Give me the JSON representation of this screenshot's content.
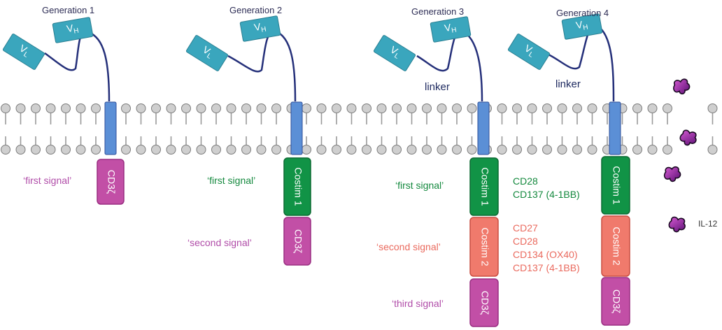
{
  "generations": [
    {
      "label": "Generation 1",
      "domains": [
        "CD3ζ"
      ],
      "signals": [
        "‘first signal’"
      ],
      "linker": ""
    },
    {
      "label": "Generation 2",
      "domains": [
        "Costim 1",
        "CD3ζ"
      ],
      "signals": [
        "‘first signal’",
        "‘second signal’"
      ],
      "linker": ""
    },
    {
      "label": "Generation 3",
      "domains": [
        "Costim 1",
        "Costim 2",
        "CD3ζ"
      ],
      "signals": [
        "‘first signal’",
        "‘second signal’",
        "‘third signal’"
      ],
      "linker": "linker"
    },
    {
      "label": "Generation 4",
      "domains": [
        "Costim 1",
        "Costim 2",
        "CD3ζ"
      ],
      "signals": [],
      "linker": "linker"
    }
  ],
  "scfv": {
    "vh": "V",
    "vh_sub": "H",
    "vl": "V",
    "vl_sub": "L"
  },
  "costim1_options": [
    "CD28",
    "CD137 (4-1BB)"
  ],
  "costim2_options": [
    "CD27",
    "CD28",
    "CD134 (OX40)",
    "CD137 (4-1BB)"
  ],
  "cytokine_label": "IL-12",
  "colors": {
    "scfv": "#3aa6bd",
    "scfv_stroke": "#2a7f92",
    "stalk": "#25307a",
    "transmembrane": "#5b8fd6",
    "membrane_head": "#cfcfcf",
    "cd3z": "#c24fa6",
    "costim1": "#119346",
    "costim2": "#f07a6c",
    "signal_cd3z_text": "#b04ca8",
    "signal_costim1_text": "#14893e",
    "signal_costim2_text": "#ea6a5e",
    "cytokine": "#a3249f"
  }
}
